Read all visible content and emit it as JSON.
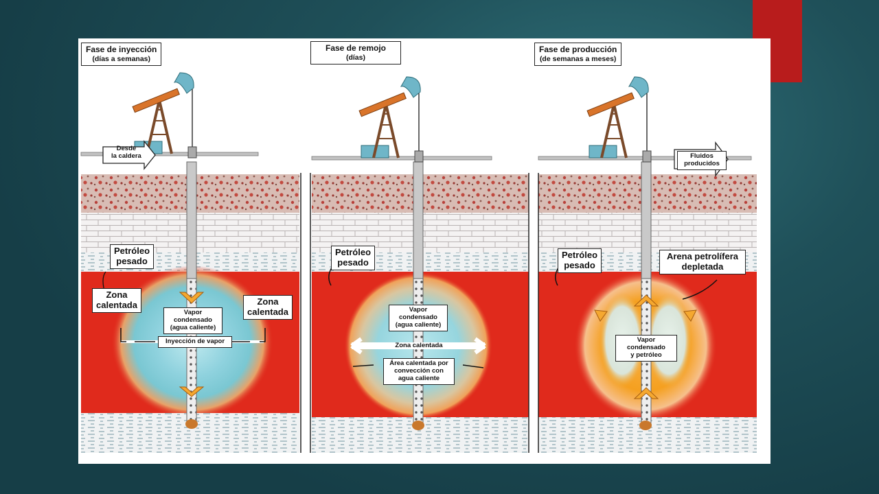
{
  "slide": {
    "accent_color": "#b81c1c",
    "background_color": "#1f5059"
  },
  "diagram": {
    "colors": {
      "formation_hot": "#e02a1c",
      "heated_zone": "#7fd3e0",
      "production_zone": "#f5a020",
      "surface_rock": "#c8a8a0",
      "pump_orange": "#d9742a",
      "pump_blue": "#6fb6c8"
    },
    "panels": [
      {
        "id": "injection",
        "title": "Fase de inyección",
        "subtitle": "(días a semanas)",
        "arrow_label": [
          "Desde",
          "la caldera"
        ],
        "labels": {
          "heavy_oil": [
            "Petróleo",
            "pesado"
          ],
          "heated_zone_left": [
            "Zona",
            "calentada"
          ],
          "heated_zone_right": [
            "Zona",
            "calentada"
          ],
          "condensed_vapor": [
            "Vapor",
            "condensado",
            "(agua caliente)"
          ],
          "steam_injection": "Inyección de vapor"
        }
      },
      {
        "id": "soak",
        "title": "Fase de remojo",
        "subtitle": "(días)",
        "labels": {
          "heavy_oil": [
            "Petróleo",
            "pesado"
          ],
          "condensed_vapor": [
            "Vapor",
            "condensado",
            "(agua caliente)"
          ],
          "heated_zone": "Zona calentada",
          "convection_area": [
            "Área calentada por",
            "convección con",
            "agua caliente"
          ]
        }
      },
      {
        "id": "production",
        "title": "Fase de producción",
        "subtitle": "(de semanas a meses)",
        "arrow_label": [
          "Fluidos",
          "producidos"
        ],
        "labels": {
          "heavy_oil": [
            "Petróleo",
            "pesado"
          ],
          "depleted_sand": [
            "Arena petrolífera",
            "depletada"
          ],
          "vapor_oil": [
            "Vapor",
            "condensado",
            "y petróleo"
          ]
        }
      }
    ]
  }
}
